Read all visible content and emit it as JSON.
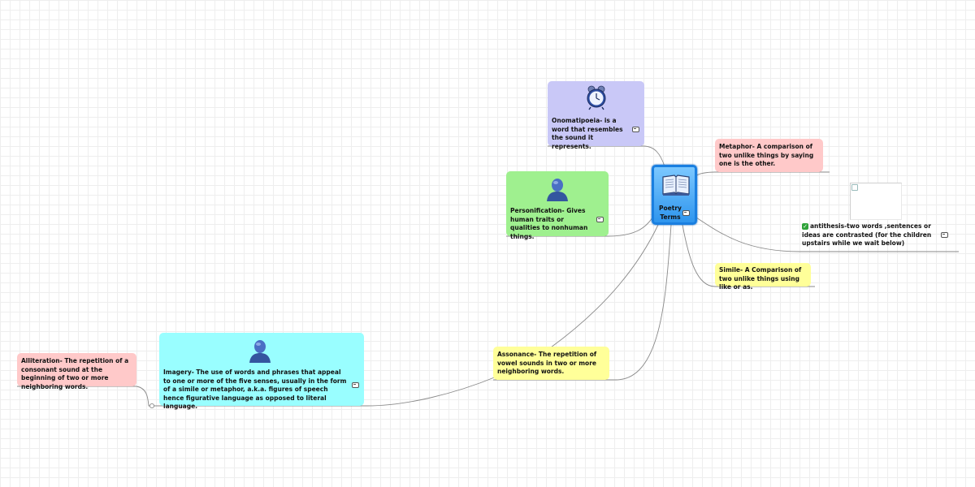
{
  "map": {
    "center": {
      "label": "Poetry Terms",
      "icon": "open-book-icon",
      "color": "#3aa0f5"
    },
    "nodes": [
      {
        "id": "onomatopoeia",
        "text": "Onomatipoeia- is a word that resembles the sound it represents.",
        "icon": "alarm-clock-icon",
        "color": "#c9c8f7"
      },
      {
        "id": "personification",
        "text": "Personification- Gives human traits or qualities to nonhuman things.",
        "icon": "person-silhouette-icon",
        "color": "#9ff08f"
      },
      {
        "id": "metaphor",
        "text": "Metaphor- A comparison of two unlike things by saying one is the other.",
        "icon": null,
        "color": "#ffc9c9"
      },
      {
        "id": "antithesis",
        "text": "antithesis-two words ,sentences or ideas are contrasted (for the children upstairs while we wait below)",
        "icon": "checkbox-checked-icon",
        "color": "#ffffff"
      },
      {
        "id": "simile",
        "text": "Simile- A Comparison of two unlike things using like or as.",
        "icon": null,
        "color": "#ffff99"
      },
      {
        "id": "assonance",
        "text": "Assonance- The repetition of vowel sounds in two or more neighboring words.",
        "icon": null,
        "color": "#ffff99"
      },
      {
        "id": "imagery",
        "text": "Imagery- The use of words and phrases that appeal to one or more of the five senses, usually in the form of a simile or metaphor, a.k.a. figures of speech hence figurative language as opposed to literal language.",
        "icon": "person-silhouette-icon",
        "color": "#99feff"
      },
      {
        "id": "alliteration",
        "text": "Alliteration- The repetition of a consonant sound at the beginning of two or more neighboring words.",
        "icon": null,
        "color": "#ffc9c9"
      }
    ]
  },
  "colors": {
    "connector": "#8a8a8a",
    "grid": "#eeeeee"
  }
}
